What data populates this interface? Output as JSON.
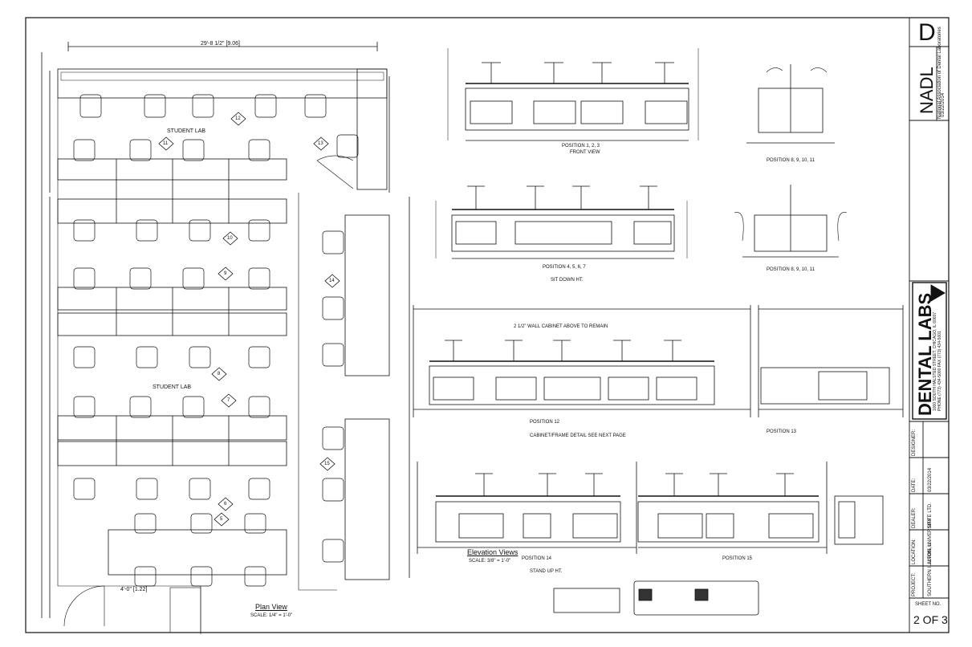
{
  "plan": {
    "title": "Plan View",
    "scale": "SCALE: 1/4\" = 1'-0\"",
    "room_labels": [
      "STUDENT LAB",
      "STUDENT LAB"
    ],
    "dim_top": "29'-8 1/2\" [9.06]",
    "dim_bottom": "4'-0\" [1.22]",
    "callouts": [
      "12",
      "11",
      "13",
      "10",
      "9",
      "14",
      "8",
      "7",
      "6",
      "15",
      "5"
    ]
  },
  "elevations": {
    "title": "Elevation Views",
    "scale": "SCALE: 3/8\" = 1'-0\"",
    "labels": [
      {
        "id": "e1",
        "text": "POSITION 1, 2, 3"
      },
      {
        "id": "e2",
        "text": "POSITION 4, 5, 6, 7"
      },
      {
        "id": "e3",
        "text": "POSITION 12"
      },
      {
        "id": "e4",
        "text": "POSITION 13"
      },
      {
        "id": "e5",
        "text": "POSITION 14"
      },
      {
        "id": "e6",
        "text": "POSITION 15"
      },
      {
        "id": "e7",
        "text": "POSITION 8, 9, 10, 11"
      },
      {
        "id": "e8",
        "text": "POSITION 8, 9, 10, 11"
      }
    ],
    "sub_labels": [
      "FRONT VIEW",
      "SIT DOWN HT.",
      "STAND UP HT."
    ],
    "notes": "CABINET/FRAME DETAIL   SEE NEXT PAGE",
    "shelf_note": "2 1/2\" WALL CABINET ABOVE TO REMAIN"
  },
  "title_block": {
    "logo_letter": "D",
    "org_short": "NADL",
    "org_name": "National Association of Dental Laboratories",
    "date": "03/22/2014",
    "brand": "DENTAL LABS",
    "address": "1000 SOUTH HALSTED STREET, CHICAGO, IL 60607",
    "phone": "PHONE (773) 434-5000   FAX (773) 434-5001",
    "rows": [
      {
        "label": "PROJECT:",
        "value": "SOUTHERN ILLINOIS UNIVERSITY"
      },
      {
        "label": "LOCATION:",
        "value": "ALTON, IL"
      },
      {
        "label": "DEALER:",
        "value": "SINTE LTD."
      },
      {
        "label": "DATE:",
        "value": "03/22/2014"
      },
      {
        "label": "DESIGNER:",
        "value": ""
      }
    ],
    "sheet_label": "SHEET NO.",
    "sheet_no": "2 OF 3"
  },
  "colors": {
    "line": "#111111",
    "paper": "#ffffff"
  }
}
